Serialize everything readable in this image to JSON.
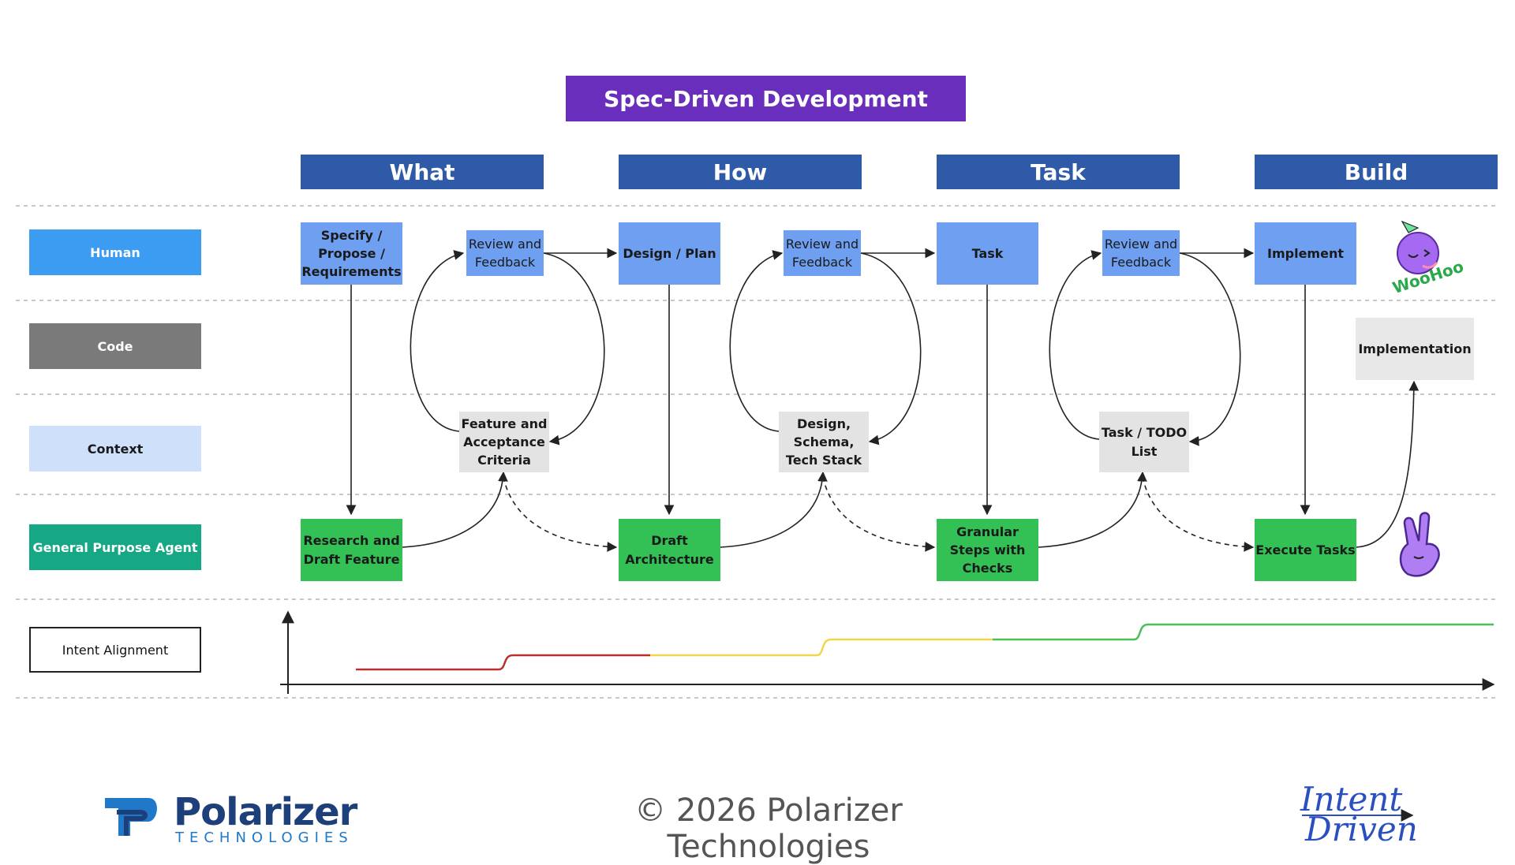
{
  "title": "Spec-Driven Development",
  "phases": [
    "What",
    "How",
    "Task",
    "Build"
  ],
  "lanes": {
    "human": "Human",
    "code": "Code",
    "context": "Context",
    "agent": "General Purpose Agent",
    "intent": "Intent Alignment"
  },
  "nodes": {
    "specify": "Specify / Propose / Requirements",
    "review1": "Review and Feedback",
    "feature": "Feature and Acceptance Criteria",
    "research": "Research  and Draft Feature",
    "design": "Design / Plan",
    "review2": "Review and Feedback",
    "schema": "Design, Schema, Tech Stack",
    "draftarch": "Draft Architecture",
    "task": "Task",
    "review3": "Review and Feedback",
    "todo": "Task / TODO List",
    "granular": "Granular Steps with Checks",
    "implement": "Implement",
    "implementation": "Implementation",
    "execute": "Execute Tasks"
  },
  "stickers": {
    "woohoo": "WooHoo",
    "peace": "peace-hand-icon"
  },
  "footer": {
    "copyright": "© 2026 Polarizer Technologies",
    "logo_name": "Polarizer",
    "logo_sub": "TECHNOLOGIES",
    "intent_line1": "Intent",
    "intent_line2": "Driven"
  },
  "colors": {
    "title_bg": "#6a2ebd",
    "phase_bg": "#2e5aa8",
    "human": "#3b9cf2",
    "code": "#7a7a7a",
    "context": "#cfe0fb",
    "agent": "#16a784",
    "node_human": "#6e9ff0",
    "node_agent": "#33c155",
    "node_context": "#e3e3e3",
    "alignment_red": "#b83030",
    "alignment_yellow": "#f2d64a",
    "alignment_green": "#4cbf5a"
  }
}
